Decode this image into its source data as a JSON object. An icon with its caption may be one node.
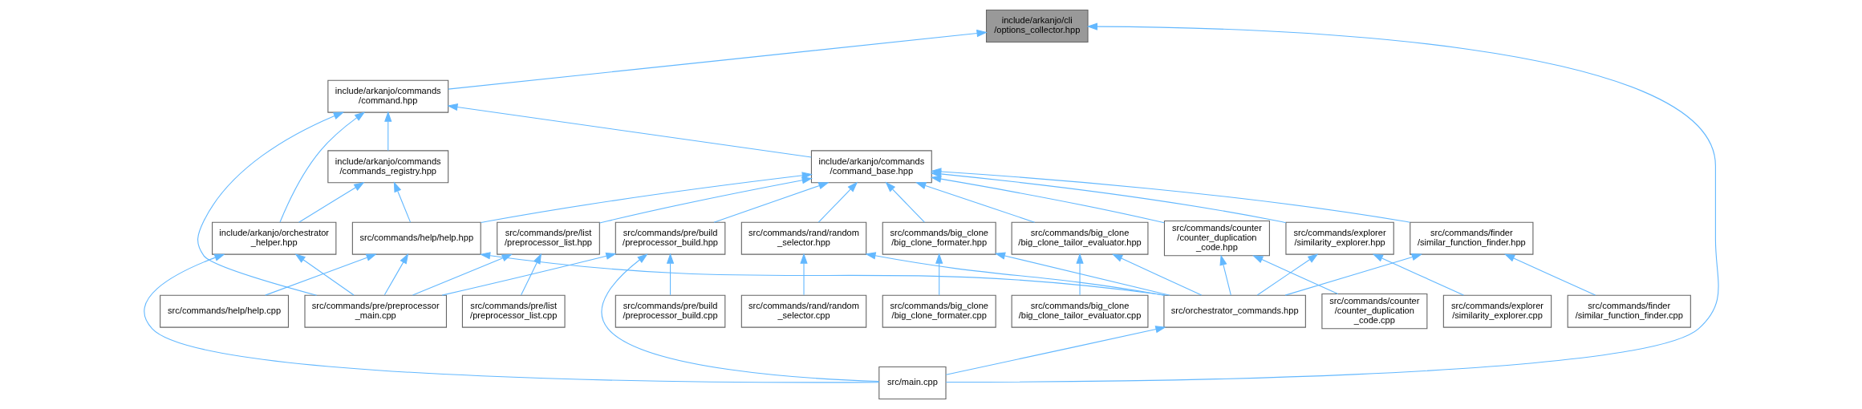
{
  "diagram": {
    "nodes": [
      {
        "text": [
          "include/arkanjo/cli /options_collector.hpp"
        ]
      },
      {
        "text": [
          "include/arkanjo/commands /command.hpp"
        ]
      },
      {
        "text": [
          "include/arkanjo/commands /commands_registry.hpp"
        ]
      },
      {
        "text": [
          "include/arkanjo/commands /command_base.hpp"
        ]
      },
      {
        "text": [
          "src/commands/pre/build /preprocessor_build.hpp"
        ]
      },
      {
        "text": [
          "include/arkanjo/orchestrator _helper.hpp"
        ]
      },
      {
        "text": [
          "src/commands/pre/list /preprocessor_list.hpp"
        ]
      },
      {
        "text": [
          "src/commands/help/help.hpp"
        ]
      },
      {
        "text": [
          "src/commands/finder /similar_function_finder.hpp"
        ]
      },
      {
        "text": [
          "src/commands/rand/random _selector.hpp"
        ]
      },
      {
        "text": [
          "src/commands/big_clone /big_clone_formater.hpp"
        ]
      },
      {
        "text": [
          "src/commands/big_clone /big_clone_tailor_evaluator.hpp"
        ]
      },
      {
        "text": [
          "src/commands/counter /counter_duplication _code.hpp"
        ]
      },
      {
        "text": [
          "src/commands/explorer /similarity_explorer.hpp"
        ]
      },
      {
        "text": [
          "src/commands/pre/build /preprocessor_build.cpp"
        ]
      },
      {
        "text": [
          "src/commands/pre/preprocessor _main.cpp"
        ]
      },
      {
        "text": [
          "src/commands/pre/list /preprocessor_list.cpp"
        ]
      },
      {
        "text": [
          "src/commands/help/help.cpp"
        ]
      },
      {
        "text": [
          "src/commands/finder /similar_function_finder.cpp"
        ]
      },
      {
        "text": [
          "src/commands/rand/random _selector.cpp"
        ]
      },
      {
        "text": [
          "src/commands/big_clone /big_clone_formater.cpp"
        ]
      },
      {
        "text": [
          "src/orchestrator_commands.hpp"
        ]
      },
      {
        "text": [
          "src/commands/big_clone /big_clone_tailor_evaluator.cpp"
        ]
      },
      {
        "text": [
          "src/commands/counter /counter_duplication _code.cpp"
        ]
      },
      {
        "text": [
          "src/commands/explorer /similarity_explorer.cpp"
        ]
      },
      {
        "text": [
          "src/main.cpp"
        ]
      }
    ],
    "edges": [
      {
        "from": 1,
        "to": 0,
        "arrow": "to"
      },
      {
        "from": 25,
        "to": 0,
        "arrow": "to"
      },
      {
        "from": 2,
        "to": 1,
        "arrow": "to"
      },
      {
        "from": 3,
        "to": 1,
        "arrow": "to"
      },
      {
        "from": 5,
        "to": 1,
        "arrow": "to"
      },
      {
        "from": 15,
        "to": 1,
        "arrow": "to"
      },
      {
        "from": 5,
        "to": 2,
        "arrow": "to"
      },
      {
        "from": 7,
        "to": 2,
        "arrow": "to"
      },
      {
        "from": 4,
        "to": 3,
        "arrow": "to"
      },
      {
        "from": 6,
        "to": 3,
        "arrow": "to"
      },
      {
        "from": 7,
        "to": 3,
        "arrow": "to"
      },
      {
        "from": 8,
        "to": 3,
        "arrow": "to"
      },
      {
        "from": 9,
        "to": 3,
        "arrow": "to"
      },
      {
        "from": 10,
        "to": 3,
        "arrow": "to"
      },
      {
        "from": 11,
        "to": 3,
        "arrow": "to"
      },
      {
        "from": 12,
        "to": 3,
        "arrow": "to"
      },
      {
        "from": 13,
        "to": 3,
        "arrow": "to"
      },
      {
        "from": 14,
        "to": 4,
        "arrow": "to"
      },
      {
        "from": 15,
        "to": 4,
        "arrow": "to"
      },
      {
        "from": 25,
        "to": 4,
        "arrow": "to"
      },
      {
        "from": 15,
        "to": 5,
        "arrow": "to"
      },
      {
        "from": 25,
        "to": 5,
        "arrow": "to"
      },
      {
        "from": 15,
        "to": 6,
        "arrow": "to"
      },
      {
        "from": 16,
        "to": 6,
        "arrow": "to"
      },
      {
        "from": 15,
        "to": 7,
        "arrow": "to"
      },
      {
        "from": 17,
        "to": 7,
        "arrow": "to"
      },
      {
        "from": 21,
        "to": 7,
        "arrow": "to"
      },
      {
        "from": 18,
        "to": 8,
        "arrow": "to"
      },
      {
        "from": 21,
        "to": 8,
        "arrow": "to"
      },
      {
        "from": 19,
        "to": 9,
        "arrow": "to"
      },
      {
        "from": 21,
        "to": 9,
        "arrow": "to"
      },
      {
        "from": 20,
        "to": 10,
        "arrow": "to"
      },
      {
        "from": 21,
        "to": 10,
        "arrow": "to"
      },
      {
        "from": 21,
        "to": 11,
        "arrow": "to"
      },
      {
        "from": 22,
        "to": 11,
        "arrow": "to"
      },
      {
        "from": 21,
        "to": 12,
        "arrow": "to"
      },
      {
        "from": 23,
        "to": 12,
        "arrow": "to"
      },
      {
        "from": 21,
        "to": 13,
        "arrow": "to"
      },
      {
        "from": 24,
        "to": 13,
        "arrow": "to"
      },
      {
        "from": 25,
        "to": 21,
        "arrow": "to"
      }
    ]
  }
}
